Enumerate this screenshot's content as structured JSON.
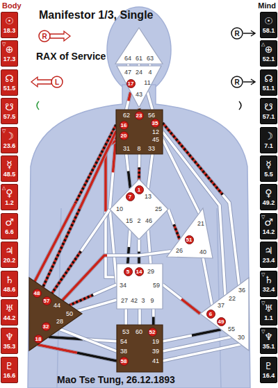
{
  "diagram": {
    "title": "Manifestor 1/3, Single",
    "caption": "Mao Tse Tung, 26.12.1893",
    "nodes": [
      {
        "text": [
          "☉",
          "18.3"
        ]
      },
      {
        "text": [
          "▽",
          "⊕",
          "17.3"
        ]
      },
      {
        "text": [
          "☊",
          "51.5"
        ]
      },
      {
        "text": [
          "☋",
          "57.5"
        ]
      },
      {
        "text": [
          "▽",
          "☽",
          "23.6"
        ]
      },
      {
        "text": [
          "☿",
          "48.5"
        ]
      },
      {
        "text": [
          "△",
          "♀",
          "1.2"
        ]
      },
      {
        "text": [
          "♂",
          "6.6"
        ]
      },
      {
        "text": [
          "♃",
          "20.2"
        ]
      },
      {
        "text": [
          "♄",
          "48.6"
        ]
      },
      {
        "text": [
          "♅",
          "44.2"
        ]
      },
      {
        "text": [
          "♆",
          "35.3"
        ]
      },
      {
        "text": [
          "♇",
          "16.6"
        ]
      },
      {
        "text": [
          "☉",
          "58.1"
        ]
      },
      {
        "text": [
          "△",
          "⊕",
          "52.1"
        ]
      },
      {
        "text": [
          "☊",
          "51.1"
        ]
      },
      {
        "text": [
          "☋",
          "57.1"
        ]
      },
      {
        "text": [
          "☽",
          "7.1"
        ]
      },
      {
        "text": [
          "☿",
          "5.5"
        ]
      },
      {
        "text": [
          "♀",
          "49.2"
        ]
      },
      {
        "text": [
          "▽",
          "♂",
          "14.2"
        ]
      },
      {
        "text": [
          "♃",
          "23.4"
        ]
      },
      {
        "text": [
          "▽",
          "♄",
          "32.4"
        ]
      },
      {
        "text": [
          "▽",
          "♅",
          "1.1"
        ]
      },
      {
        "text": [
          "▽",
          "♆",
          "35.1"
        ]
      },
      {
        "text": [
          "♇",
          "16.4"
        ]
      },
      {
        "text": [
          "64",
          "61",
          "63"
        ]
      },
      {
        "text": [
          "47",
          "24",
          "4",
          "11",
          "43"
        ]
      },
      {
        "text": [
          "17"
        ],
        "in": 27
      },
      {
        "text": [
          "62",
          "56",
          "12",
          "45",
          "31",
          "8",
          "33"
        ]
      },
      {
        "text": [
          "23"
        ],
        "in": 29
      },
      {
        "text": [
          "16"
        ],
        "in": 29
      },
      {
        "text": [
          "20"
        ],
        "in": 29
      },
      {
        "text": [
          "35"
        ],
        "in": 29
      },
      {
        "text": [
          "13",
          "10",
          "25",
          "15",
          "2",
          "46"
        ]
      },
      {
        "text": [
          "7"
        ],
        "in": 34
      },
      {
        "text": [
          "1"
        ],
        "in": 34
      },
      {
        "text": [
          "21",
          "26",
          "40"
        ]
      },
      {
        "text": [
          "51"
        ],
        "in": 37
      },
      {
        "text": [
          "29",
          "34",
          "59",
          "27",
          "42",
          "3",
          "9"
        ]
      },
      {
        "text": [
          "5"
        ],
        "in": 39
      },
      {
        "text": [
          "14"
        ],
        "in": 39
      },
      {
        "text": [
          "44",
          "50",
          "28"
        ]
      },
      {
        "text": [
          "48"
        ],
        "in": 42
      },
      {
        "text": [
          "57"
        ],
        "in": 42
      },
      {
        "text": [
          "32"
        ],
        "in": 42
      },
      {
        "text": [
          "18"
        ],
        "in": 42
      },
      {
        "text": [
          "36",
          "22",
          "37",
          "55",
          "30"
        ]
      },
      {
        "text": [
          "6"
        ],
        "in": 47
      },
      {
        "text": [
          "49"
        ],
        "in": 47
      },
      {
        "text": [
          "53",
          "60",
          "54",
          "38",
          "19",
          "39",
          "41"
        ]
      },
      {
        "text": [
          "52"
        ],
        "in": 50
      },
      {
        "text": [
          "58"
        ],
        "in": 50
      }
    ],
    "edges": [
      {
        "from": 26,
        "to": 27,
        "arrow": "none"
      },
      {
        "from": 26,
        "to": 27,
        "arrow": "none"
      },
      {
        "from": 26,
        "to": 27,
        "arrow": "none"
      },
      {
        "from": 27,
        "to": 29,
        "arrow": "none"
      },
      {
        "from": 27,
        "to": 29,
        "arrow": "none"
      },
      {
        "from": 27,
        "to": 29,
        "arrow": "none"
      },
      {
        "from": 29,
        "to": 34,
        "arrow": "none"
      },
      {
        "from": 29,
        "to": 34,
        "arrow": "none"
      },
      {
        "from": 29,
        "to": 34,
        "arrow": "none"
      },
      {
        "from": 29,
        "to": 34,
        "arrow": "none"
      },
      {
        "from": 29,
        "to": 39,
        "arrow": "none"
      },
      {
        "from": 29,
        "to": 37,
        "arrow": "none"
      },
      {
        "from": 29,
        "to": 47,
        "arrow": "none"
      },
      {
        "from": 29,
        "to": 47,
        "arrow": "none"
      },
      {
        "from": 34,
        "to": 37,
        "arrow": "none"
      },
      {
        "from": 34,
        "to": 39,
        "arrow": "none"
      },
      {
        "from": 34,
        "to": 39,
        "arrow": "none"
      },
      {
        "from": 34,
        "to": 39,
        "arrow": "none"
      },
      {
        "from": 34,
        "to": 39,
        "arrow": "none"
      },
      {
        "from": 34,
        "to": 42,
        "arrow": "none"
      },
      {
        "from": 37,
        "to": 42,
        "arrow": "none"
      },
      {
        "from": 37,
        "to": 47,
        "arrow": "none"
      },
      {
        "from": 39,
        "to": 42,
        "arrow": "none"
      },
      {
        "from": 39,
        "to": 42,
        "arrow": "none"
      },
      {
        "from": 39,
        "to": 47,
        "arrow": "none"
      },
      {
        "from": 39,
        "to": 50,
        "arrow": "none"
      },
      {
        "from": 39,
        "to": 50,
        "arrow": "none"
      },
      {
        "from": 39,
        "to": 50,
        "arrow": "none"
      },
      {
        "from": 42,
        "to": 50,
        "arrow": "none"
      },
      {
        "from": 42,
        "to": 50,
        "arrow": "none"
      },
      {
        "from": 42,
        "to": 50,
        "arrow": "none"
      },
      {
        "from": 47,
        "to": 50,
        "arrow": "none"
      },
      {
        "from": 47,
        "to": 50,
        "arrow": "none"
      },
      {
        "from": 47,
        "to": 50,
        "arrow": "none"
      },
      {
        "from": 29,
        "to": 42,
        "arrow": "none"
      },
      {
        "from": 29,
        "to": 42,
        "arrow": "none"
      }
    ],
    "labels": [
      "Body",
      "Mind",
      "R",
      "R",
      "RAX of Service",
      "L",
      "R"
    ]
  }
}
